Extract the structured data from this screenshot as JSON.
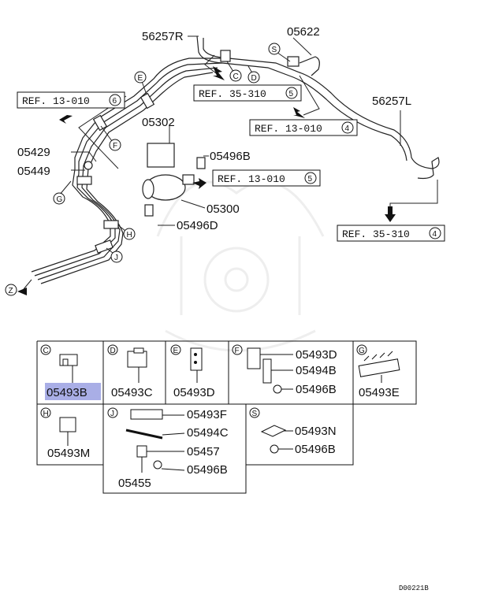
{
  "watermark": "samurai-helmet-logo",
  "parts": {
    "p56257R": "56257R",
    "p05622": "05622",
    "p56257L": "56257L",
    "p05302": "05302",
    "p05429": "05429",
    "p05449": "05449",
    "p05496B_top": "05496B",
    "p05300": "05300",
    "p05496D": "05496D"
  },
  "refs": {
    "r1_text": "REF. 13-010",
    "r1_num": "6",
    "r2_text": "REF. 35-310",
    "r2_num": "5",
    "r3_text": "REF. 13-010",
    "r3_num": "4",
    "r4_text": "REF. 13-010",
    "r4_num": "5",
    "r5_text": "REF. 35-310",
    "r5_num": "4"
  },
  "callouts": {
    "C": "C",
    "D": "D",
    "E": "E",
    "F": "F",
    "G": "G",
    "H": "H",
    "J": "J",
    "S": "S",
    "Z": "Z"
  },
  "table": {
    "cellC": {
      "letter": "C",
      "part": "05493B",
      "highlight": "#a9aee6"
    },
    "cellD": {
      "letter": "D",
      "part": "05493C"
    },
    "cellE": {
      "letter": "E",
      "part": "05493D"
    },
    "cellF": {
      "letter": "F",
      "parts": [
        "05493D",
        "05494B",
        "05496B"
      ]
    },
    "cellG": {
      "letter": "G",
      "part": "05493E"
    },
    "cellH": {
      "letter": "H",
      "part": "05493M"
    },
    "cellJ": {
      "letter": "J",
      "parts": [
        "05493F",
        "05494C",
        "05457",
        "05496B",
        "05455"
      ]
    },
    "cellS": {
      "letter": "S",
      "parts": [
        "05493N",
        "05496B"
      ]
    }
  },
  "footer": {
    "code": "D00221B"
  }
}
